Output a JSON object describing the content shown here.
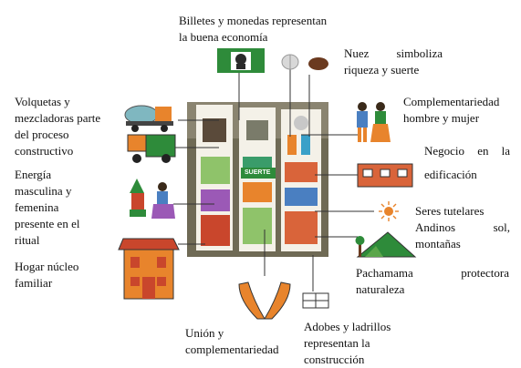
{
  "labels": {
    "billetes": [
      "Billetes y monedas representan",
      "la buena economía"
    ],
    "nuez": [
      "Nuez simboliza",
      "riqueza y suerte"
    ],
    "volquetas": [
      "Volquetas y",
      "mezcladoras parte",
      "del proceso",
      "constructivo"
    ],
    "complementariedad": [
      "Complementariedad",
      "hombre y mujer"
    ],
    "negocio": [
      "Negocio en la",
      "edificación"
    ],
    "energia": [
      "Energía",
      "masculina y",
      "femenina",
      "presente en el",
      "ritual"
    ],
    "seres": [
      "Seres tutelares",
      "Andinos sol,",
      "montañas"
    ],
    "hogar": [
      "Hogar núcleo",
      "familiar"
    ],
    "pachamama": [
      "Pachamama protectora",
      "naturaleza"
    ],
    "union": [
      "Unión y",
      "complementariedad"
    ],
    "adobes": [
      "Adobes y ladrillos",
      "representan la",
      "construcción"
    ]
  },
  "photo_text": "SUERTE",
  "colors": {
    "line": "#333333",
    "green": "#2e8b3a",
    "orange": "#e8842c",
    "brick": "#c9462c",
    "photo_bg": "#6f6a55"
  }
}
